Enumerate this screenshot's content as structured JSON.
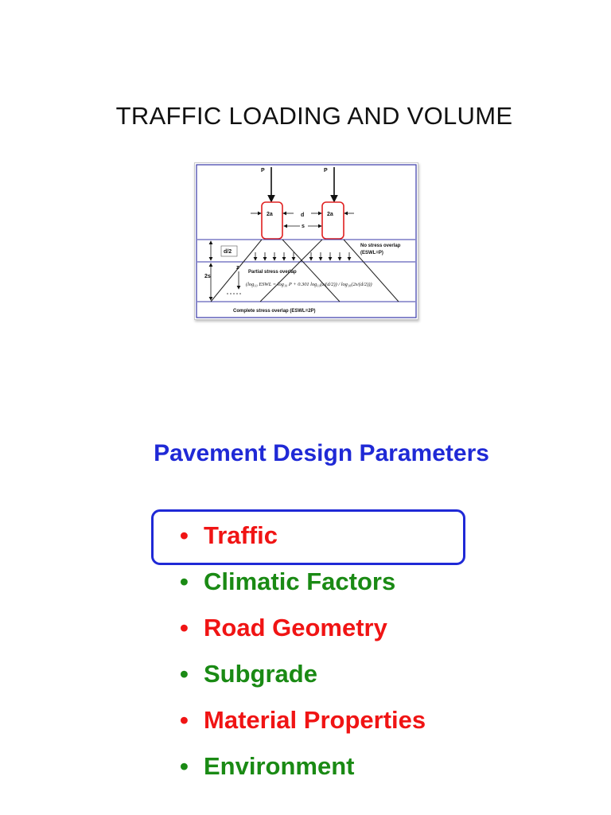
{
  "slide": {
    "title": "TRAFFIC LOADING AND VOLUME"
  },
  "figure": {
    "load_left": "P",
    "load_right": "P",
    "tire_left": "2a",
    "tire_right": "2a",
    "dim_d": "d",
    "dim_s": "s",
    "dim_d_half": "d/2",
    "dim_2s": "2s",
    "dim_z": "z",
    "label_no_overlap_1": "No stress overlap",
    "label_no_overlap_2": "(ESWL=P)",
    "label_partial": "Partial stress overlap",
    "equation": "(log₁₀ ESWL = log₁₀ P + 0.301 log₁₀(z/(d/2)) / log₁₀(2s/(d/2)))",
    "label_complete": "Complete stress overlap (ESWL=2P)",
    "colors": {
      "frame": "#3a3aa8",
      "tire": "#e02020"
    }
  },
  "parameters": {
    "heading": "Pavement Design Parameters",
    "bullet_glyph": "•",
    "items": [
      {
        "label": "Traffic",
        "color": "#f01414",
        "highlighted": true
      },
      {
        "label": "Climatic Factors",
        "color": "#1a8a14"
      },
      {
        "label": "Road Geometry",
        "color": "#f01414"
      },
      {
        "label": "Subgrade",
        "color": "#1a8a14"
      },
      {
        "label": "Material Properties",
        "color": "#f01414"
      },
      {
        "label": "Environment",
        "color": "#1a8a14"
      }
    ]
  }
}
